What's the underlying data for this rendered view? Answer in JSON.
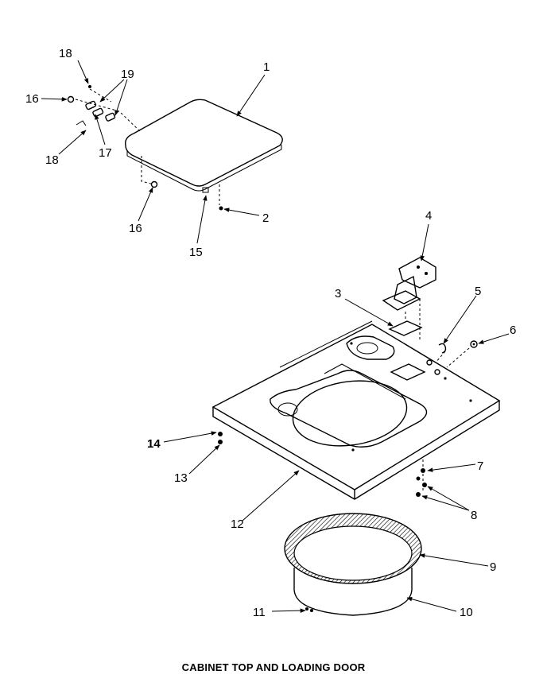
{
  "caption": "CABINET TOP AND LOADING DOOR",
  "callouts": [
    {
      "id": "c1",
      "text": "1"
    },
    {
      "id": "c2",
      "text": "2"
    },
    {
      "id": "c3",
      "text": "3"
    },
    {
      "id": "c4",
      "text": "4"
    },
    {
      "id": "c5",
      "text": "5"
    },
    {
      "id": "c6",
      "text": "6"
    },
    {
      "id": "c7",
      "text": "7"
    },
    {
      "id": "c8",
      "text": "8"
    },
    {
      "id": "c9",
      "text": "9"
    },
    {
      "id": "c10",
      "text": "10"
    },
    {
      "id": "c11",
      "text": "11"
    },
    {
      "id": "c12",
      "text": "12"
    },
    {
      "id": "c13",
      "text": "13"
    },
    {
      "id": "c14",
      "text": "14"
    },
    {
      "id": "c15",
      "text": "15"
    },
    {
      "id": "c16a",
      "text": "16"
    },
    {
      "id": "c16b",
      "text": "16"
    },
    {
      "id": "c17",
      "text": "17"
    },
    {
      "id": "c18a",
      "text": "18"
    },
    {
      "id": "c18b",
      "text": "18"
    },
    {
      "id": "c19",
      "text": "19"
    }
  ]
}
